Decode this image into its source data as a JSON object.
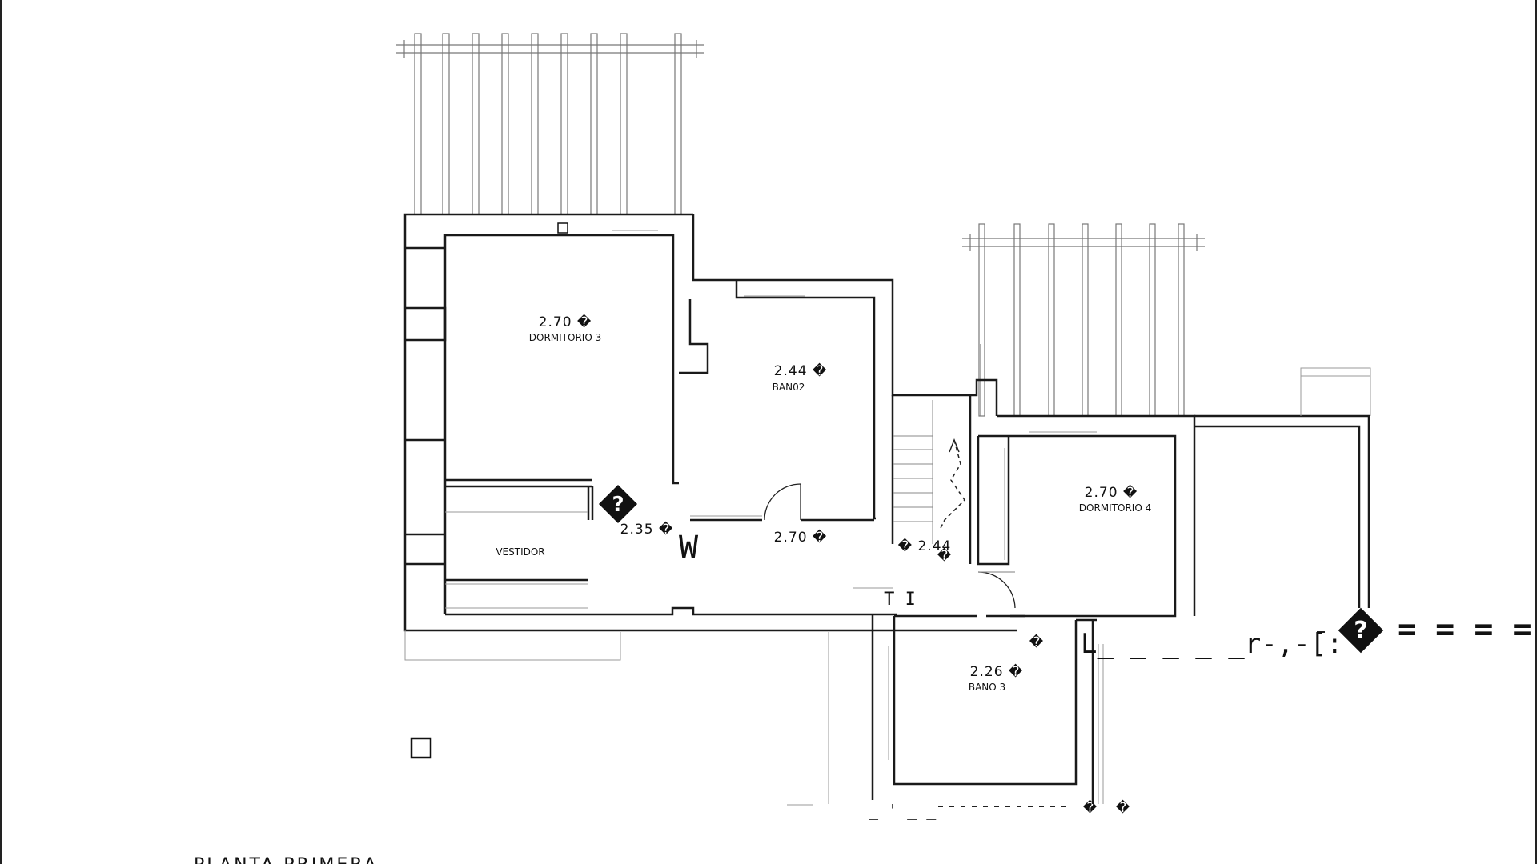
{
  "plan_title": "PLANTA PRIMERA",
  "rooms": [
    {
      "id": "dormitorio-3",
      "name": "DORMITORIO 3",
      "area": "2.70 �"
    },
    {
      "id": "bano02",
      "name": "BAN02",
      "area": "2.44 �"
    },
    {
      "id": "vestidor",
      "name": "VESTIDOR",
      "area": "2.35 �"
    },
    {
      "id": "dormitorio-4",
      "name": "DORMITORIO 4",
      "area": "2.70 �"
    },
    {
      "id": "bano-3",
      "name": "BANO 3",
      "area": "2.26 �"
    }
  ],
  "misc_labels": {
    "corridor_height": "2.70 �",
    "stair_height": "� 2.44",
    "stair_mark": "�",
    "w_mark": "W",
    "ti_mark": "T I",
    "wall_code": "L_ _ _ _ _r-,-[:",
    "dash_line": "= = = =",
    "small_mark": "�",
    "bottom_code": "_ ' _ _",
    "bottom_mark_1": "�",
    "bottom_mark_2": "�"
  },
  "symbols": {
    "diamond_1": "?",
    "diamond_2": "?"
  },
  "colors": {
    "ink": "#111111",
    "wall": "#1a1a1a",
    "light_line": "#9a9a9a",
    "background": "#ffffff"
  }
}
